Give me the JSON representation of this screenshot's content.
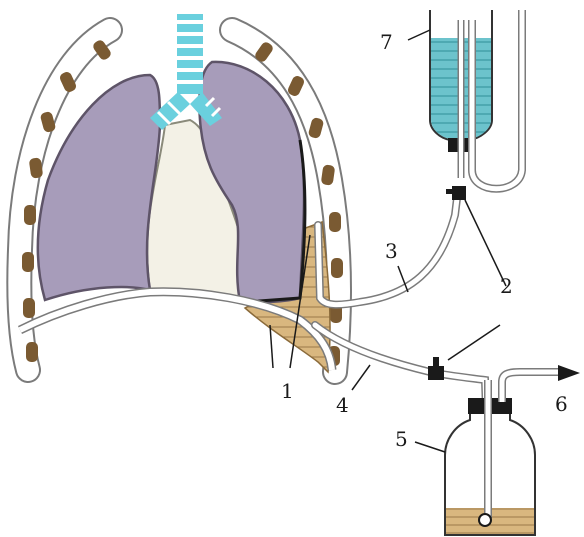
{
  "labels": {
    "l1": "1",
    "l2": "2",
    "l3": "3",
    "l4": "4",
    "l5": "5",
    "l6": "6",
    "l7": "7"
  },
  "colors": {
    "lung": "#a79cba",
    "lung_outline": "#5e5468",
    "airway": "#6ad0de",
    "airway_stripe": "#ffffff",
    "rib": "#7a5a32",
    "tube": "#7b7b7b",
    "fluid_chest": "#d9b77f",
    "fluid_jar": "#d9b77f",
    "water": "#6cc3cc",
    "clamp": "#1a1a1a",
    "mediastinum": "#f3f1e6"
  }
}
